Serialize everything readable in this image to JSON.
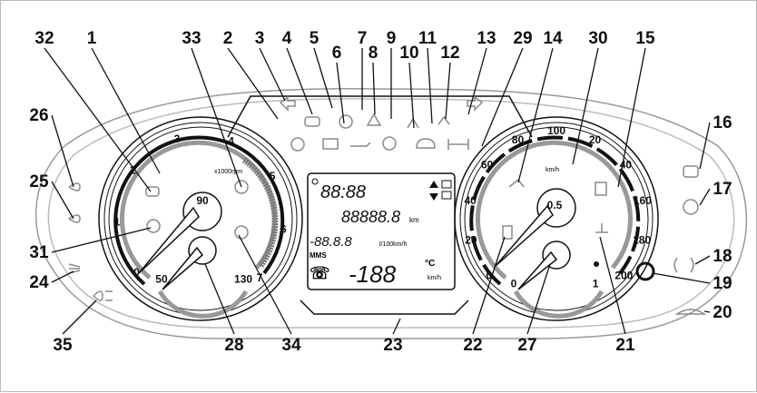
{
  "callouts": [
    "32",
    "1",
    "33",
    "2",
    "3",
    "4",
    "5",
    "6",
    "7",
    "8",
    "9",
    "10",
    "11",
    "12",
    "13",
    "29",
    "14",
    "30",
    "15",
    "16",
    "17",
    "18",
    "19",
    "20",
    "26",
    "25",
    "31",
    "24",
    "35",
    "28",
    "34",
    "23",
    "22",
    "27",
    "21"
  ],
  "tachometer": {
    "unit": "x1000rpm",
    "ticks": [
      "0",
      "1",
      "2",
      "3",
      "4",
      "5",
      "6",
      "7"
    ]
  },
  "temperature_gauge": {
    "ticks": [
      "50",
      "90",
      "130"
    ]
  },
  "speedometer": {
    "unit": "km/h",
    "ticks": [
      "0",
      "20",
      "40",
      "60",
      "80",
      "100",
      "20",
      "40",
      "160",
      "180",
      "200"
    ]
  },
  "fuel_gauge": {
    "ticks": [
      "0",
      "0.5",
      "1"
    ]
  },
  "lcd": {
    "clock": "88:88",
    "odometer": "88888.8",
    "odometer_unit": "km",
    "consumption": "-88.8.8",
    "consumption_unit": "l/100km/h",
    "mms": "MMS",
    "speed_temp": "-188",
    "temp_unit": "°C",
    "speed_unit": "km/h"
  },
  "colors": {
    "line": "#111111",
    "gray": "#8a8a8a",
    "light": "#c8c8c8"
  }
}
